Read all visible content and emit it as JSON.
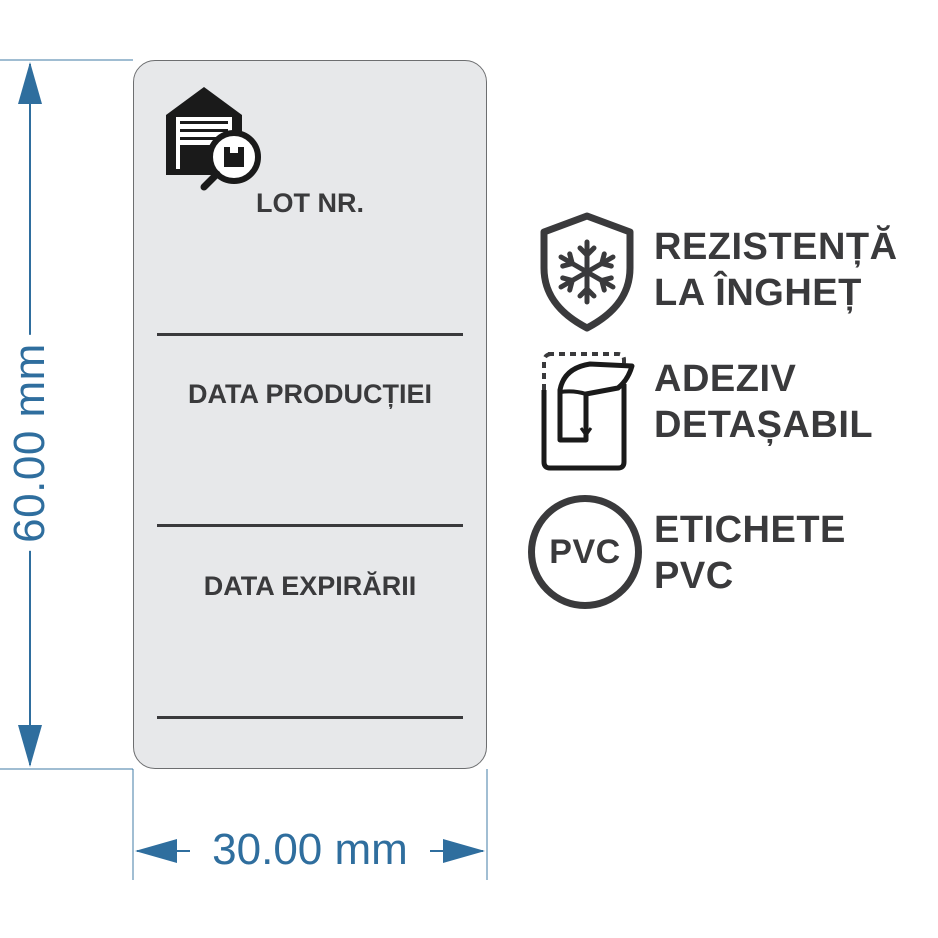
{
  "dimensions": {
    "height_label": "60.00 mm",
    "width_label": "30.00 mm",
    "color": "#2f6e9e"
  },
  "label": {
    "background": "#e7e8ea",
    "icon": "warehouse-search-icon",
    "fields": [
      {
        "text": "LOT NR."
      },
      {
        "text": "DATA PRODUCȚIEI"
      },
      {
        "text": "DATA EXPIRĂRII"
      }
    ]
  },
  "features": [
    {
      "icon": "snowflake-shield-icon",
      "line1": "REZISTENȚĂ",
      "line2": "LA ÎNGHEȚ"
    },
    {
      "icon": "peel-label-icon",
      "line1": "ADEZIV",
      "line2": "DETAȘABIL"
    },
    {
      "icon": "pvc-badge-icon",
      "badge": "PVC",
      "line1": "ETICHETE",
      "line2": "PVC"
    }
  ],
  "text_color": "#3a3a3c"
}
